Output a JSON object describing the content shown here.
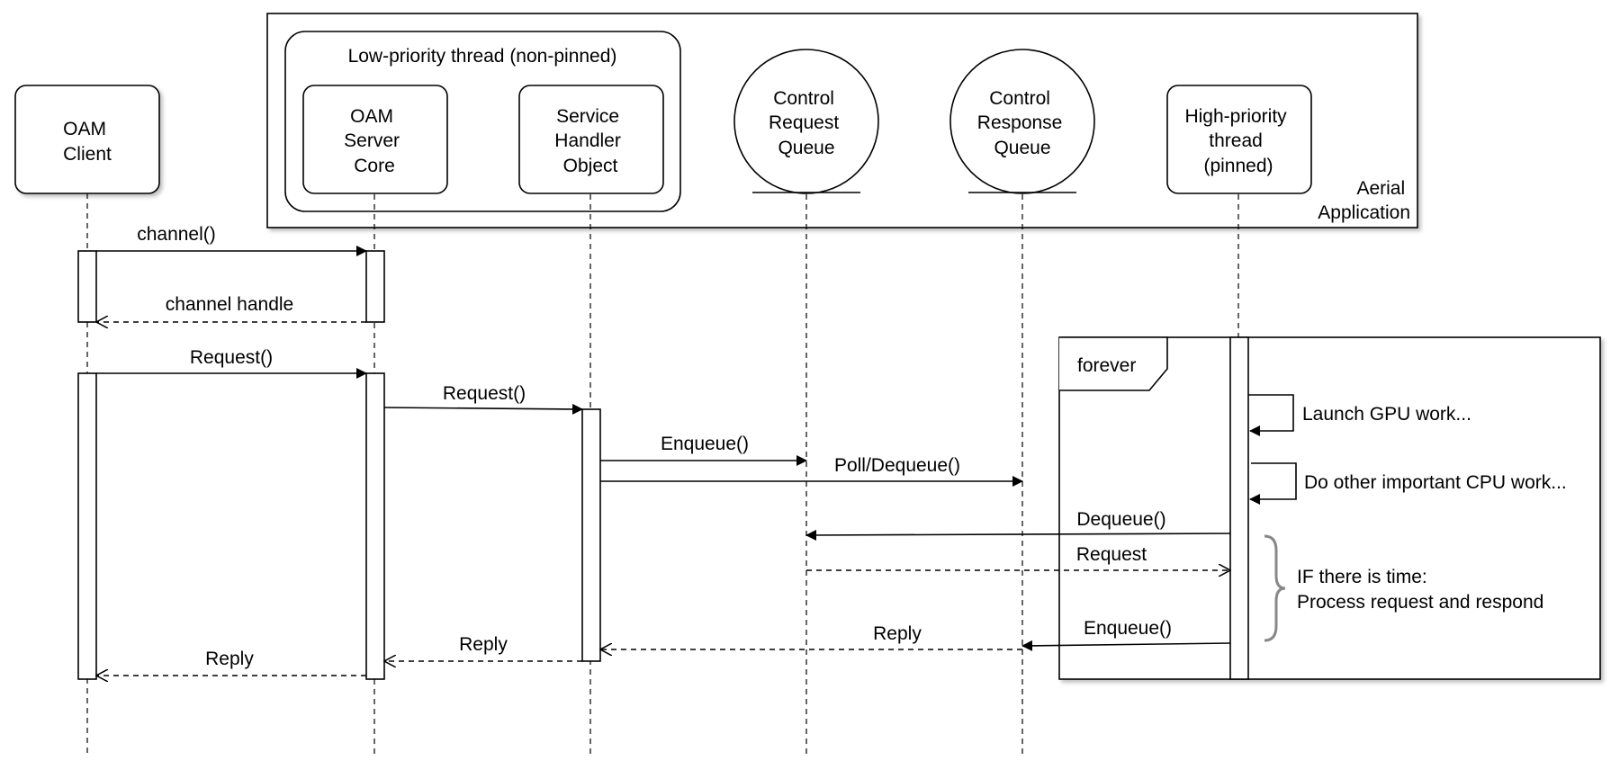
{
  "containers": {
    "aerial_app": "Aerial\nApplication",
    "low_priority_group": "Low-priority thread (non-pinned)",
    "forever_frame": "forever"
  },
  "participants": {
    "oam_client": "OAM\nClient",
    "oam_server_core": "OAM\nServer\nCore",
    "service_handler": "Service\nHandler\nObject",
    "control_request_queue": "Control\nRequest\nQueue",
    "control_response_queue": "Control\nResponse\nQueue",
    "high_priority_thread": "High-priority\nthread\n(pinned)"
  },
  "messages": {
    "m_channel": "channel()",
    "m_channel_handle": "channel handle",
    "m_request_1": "Request()",
    "m_request_2": "Request()",
    "m_enqueue_1": "Enqueue()",
    "m_poll": "Poll/Dequeue()",
    "m_dequeue": "Dequeue()",
    "m_request_ret": "Request",
    "m_reply_queue": "Reply",
    "m_enqueue_2": "Enqueue()",
    "m_reply_handler": "Reply",
    "m_reply_client": "Reply"
  },
  "notes": {
    "launch_gpu": "Launch GPU work...",
    "cpu_work": "Do other important CPU work...",
    "if_time": "IF there is time:\nProcess request and respond"
  }
}
